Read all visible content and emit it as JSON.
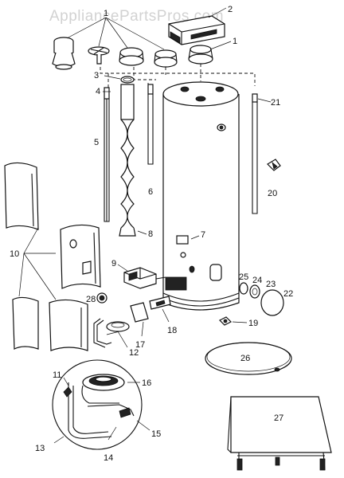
{
  "watermark": "AppliancePartsPros.com",
  "callouts": {
    "c1a": "1",
    "c1b": "1",
    "c2": "2",
    "c3": "3",
    "c4": "4",
    "c5": "5",
    "c6": "6",
    "c7": "7",
    "c8": "8",
    "c9": "9",
    "c10": "10",
    "c11": "11",
    "c12": "12",
    "c13": "13",
    "c14": "14",
    "c15": "15",
    "c16": "16",
    "c17": "17",
    "c18": "18",
    "c19": "19",
    "c20": "20",
    "c21": "21",
    "c22": "22",
    "c23": "23",
    "c24": "24",
    "c25": "25",
    "c26": "26",
    "c27": "27",
    "c28": "28"
  }
}
